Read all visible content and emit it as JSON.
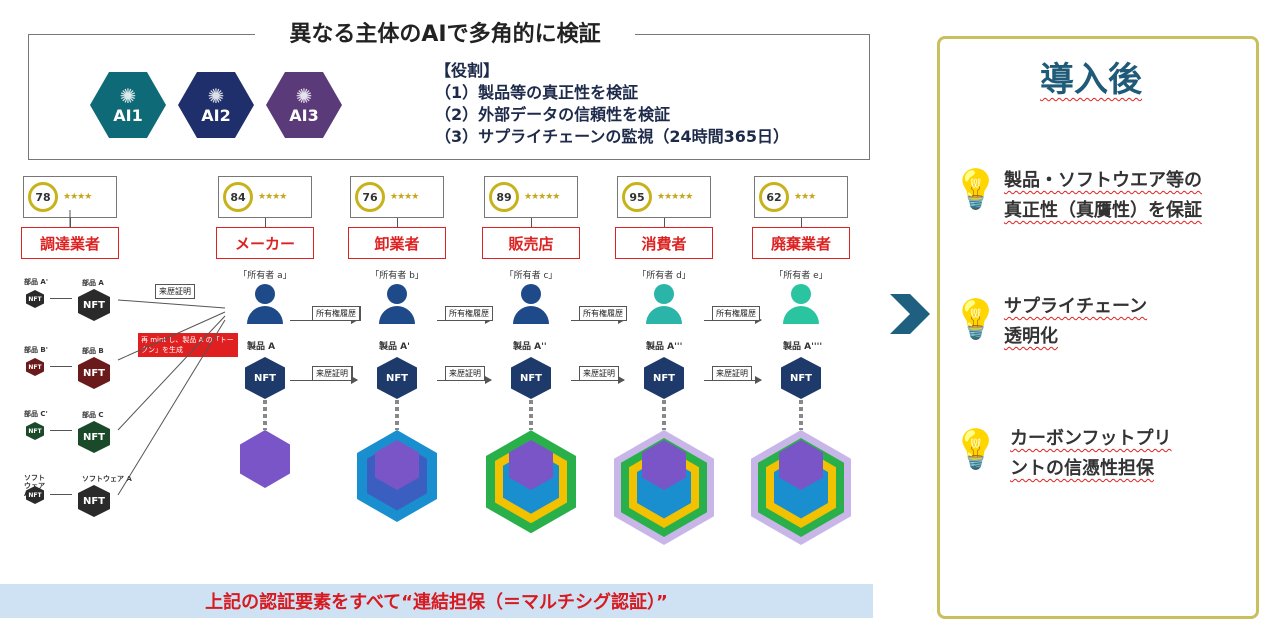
{
  "header": {
    "title": "異なる主体のAIで多角的に検証",
    "ais": [
      {
        "label": "AI1",
        "color": "#0f6a78"
      },
      {
        "label": "AI2",
        "color": "#1e2f6b"
      },
      {
        "label": "AI3",
        "color": "#5b3a7a"
      }
    ],
    "roles_title": "【役割】",
    "roles": [
      "（1）製品等の真正性を検証",
      "（2）外部データの信頼性を検証",
      "（3）サプライチェーンの監視（24時間365日）"
    ]
  },
  "actors": [
    {
      "score": "78",
      "stars": "★★★★",
      "name": "調達業者",
      "owner": "",
      "product": ""
    },
    {
      "score": "84",
      "stars": "★★★★",
      "name": "メーカー",
      "owner": "「所有者 a」",
      "product": "製品 A"
    },
    {
      "score": "76",
      "stars": "★★★★",
      "name": "卸業者",
      "owner": "「所有者 b」",
      "product": "製品 A'"
    },
    {
      "score": "89",
      "stars": "★★★★★",
      "name": "販売店",
      "owner": "「所有者 c」",
      "product": "製品 A''"
    },
    {
      "score": "95",
      "stars": "★★★★★",
      "name": "消費者",
      "owner": "「所有者 d」",
      "product": "製品 A'''"
    },
    {
      "score": "62",
      "stars": "★★★",
      "name": "廃棄業者",
      "owner": "「所有者 e」",
      "product": "製品 A''''"
    }
  ],
  "parts": [
    {
      "left": "部品 A'",
      "right": "部品 A"
    },
    {
      "left": "部品 B'",
      "right": "部品 B"
    },
    {
      "left": "部品 C'",
      "right": "部品 C"
    },
    {
      "left": "ソフト ウェア A'",
      "right": "ソフトウェア A"
    }
  ],
  "labels": {
    "history_cert": "来歴証明",
    "ownership_history": "所有権履歴",
    "mint_note": "再 mint し、製品 A の「トークン」を生成",
    "nft": "NFT"
  },
  "bottom_text": "上記の認証要素をすべて“連結担保（＝マルチシグ認証）”",
  "right_panel": {
    "title": "導入後",
    "benefits": [
      {
        "line1": "製品・ソフトウエア等の",
        "line2": "真正性（真贋性）を保証"
      },
      {
        "line1": "サプライチェーン",
        "line2": "透明化"
      },
      {
        "line1": "カーボンフットプリ",
        "line2": "ントの信憑性担保"
      }
    ]
  },
  "colors": {
    "accent_red": "#d22222",
    "title_blue": "#1f5a78",
    "gold": "#c8b21c"
  }
}
